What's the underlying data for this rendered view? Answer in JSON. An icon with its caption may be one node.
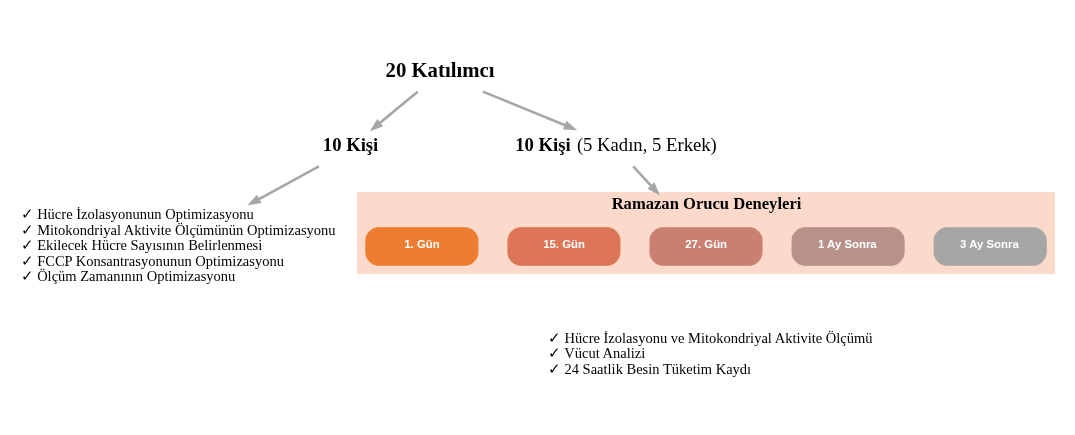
{
  "diagram": {
    "nodes": [
      {
        "text": [
          "20 Katılımcı"
        ]
      },
      {
        "text": [
          "10 Kişi"
        ]
      },
      {
        "text": [
          "**10 Kişi** (5 Kadın, 5 Erkek)"
        ]
      },
      {
        "text": [
          "✓ Hücre İzolasyonunun Optimizasyonu",
          "✓ Mitokondriyal Aktivite Ölçümünün Optimizasyonu",
          "✓ Ekilecek Hücre Sayısının Belirlenmesi",
          "✓ FCCP Konsantrasyonunun Optimizasyonu",
          "✓ Ölçüm Zamanının Optimizasyonu"
        ]
      },
      {
        "text": [
          "Ramazan Orucu Deneyleri"
        ]
      },
      {
        "text": [
          "1. Gün"
        ],
        "in": 4
      },
      {
        "text": [
          "15. Gün"
        ],
        "in": 4
      },
      {
        "text": [
          "27. Gün"
        ],
        "in": 4
      },
      {
        "text": [
          "1 Ay Sonra"
        ],
        "in": 4
      },
      {
        "text": [
          "3 Ay Sonra"
        ],
        "in": 4
      },
      {
        "text": [
          "✓ Hücre İzolasyonu ve Mitokondriyal Aktivite Ölçümü",
          "✓ Vücut Analizi",
          "✓ 24 Saatlik Besin Tüketim Kaydı"
        ]
      }
    ],
    "edges": [
      {
        "from": 0,
        "to": 1,
        "arrow": "to"
      },
      {
        "from": 0,
        "to": 2,
        "arrow": "to"
      },
      {
        "from": 1,
        "to": 3,
        "arrow": "to"
      },
      {
        "from": 2,
        "to": 4,
        "arrow": "to"
      }
    ]
  }
}
